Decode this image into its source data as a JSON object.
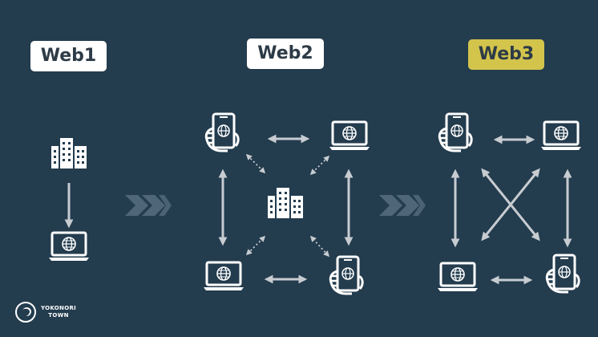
{
  "labels": {
    "web1": "Web1",
    "web2": "Web2",
    "web3": "Web3"
  },
  "logo": {
    "line1": "YOKONORI",
    "line2": "TOWN"
  },
  "colors": {
    "background": "#233c4e",
    "icon": "#ffffff",
    "arrow": "#c7ccd1",
    "web3_badge": "#d3c44c"
  },
  "icons": {
    "server": "building-icon",
    "client_pc": "laptop-globe-icon",
    "client_mobile": "phone-in-hand-globe-icon"
  }
}
